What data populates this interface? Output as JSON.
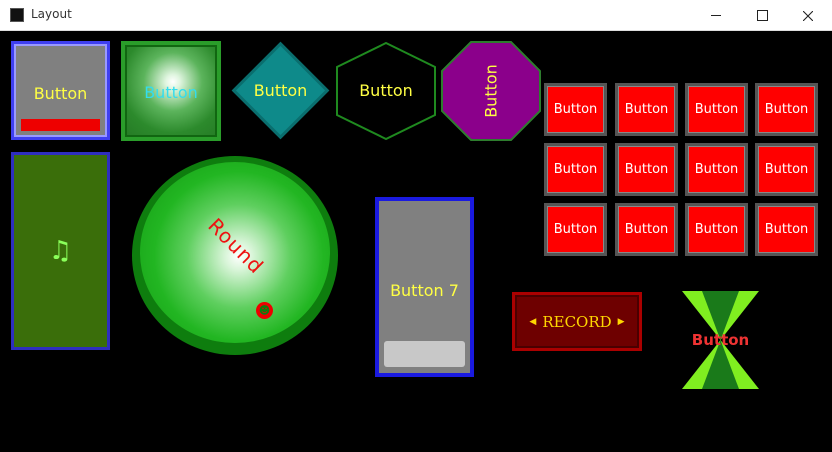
{
  "window": {
    "title": "Layout"
  },
  "buttons": {
    "b1": "Button",
    "b2": "Button",
    "b3": "Button",
    "b4": "Button",
    "b5": "Button",
    "music_glyph": "♫",
    "round": "Round",
    "smiley_glyph": "☻",
    "b7": "Button 7",
    "record": "RECORD",
    "record_left_glyph": "◀",
    "record_right_glyph": "▶",
    "bow": "Button"
  },
  "grid": {
    "rows": 3,
    "cols": 4,
    "labels": [
      "Button",
      "Button",
      "Button",
      "Button",
      "Button",
      "Button",
      "Button",
      "Button",
      "Button",
      "Button",
      "Button",
      "Button"
    ]
  },
  "colors": {
    "grid_red": "#ff0000",
    "label_yellow": "#ffff44"
  }
}
